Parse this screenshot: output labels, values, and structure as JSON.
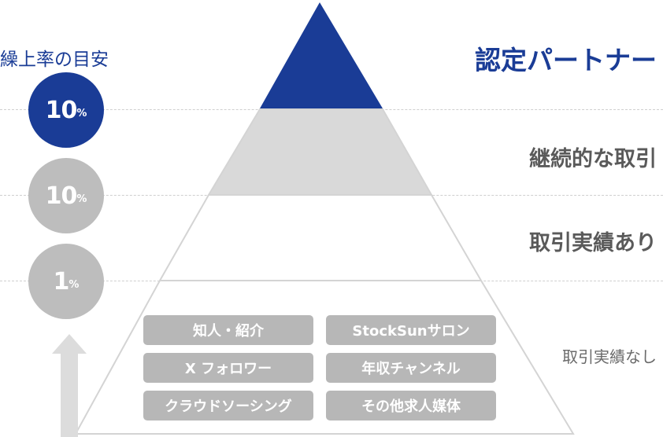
{
  "left": {
    "title": "繰上率の目安",
    "levels": [
      {
        "value": "10",
        "unit": "%"
      },
      {
        "value": "10",
        "unit": "%"
      },
      {
        "value": "1",
        "unit": "%"
      }
    ]
  },
  "tiers": [
    {
      "label": "認定パートナー"
    },
    {
      "label": "継続的な取引"
    },
    {
      "label": "取引実績あり"
    },
    {
      "label": "取引実績なし"
    }
  ],
  "channels": [
    "知人・紹介",
    "StockSunサロン",
    "X フォロワー",
    "年収チャンネル",
    "クラウドソーシング",
    "その他求人媒体"
  ],
  "colors": {
    "accent": "#1a3c96",
    "gray_tier": "#d9d9d9",
    "circle_gray": "#bdbdbd",
    "chip_gray": "#b7b7b7"
  }
}
